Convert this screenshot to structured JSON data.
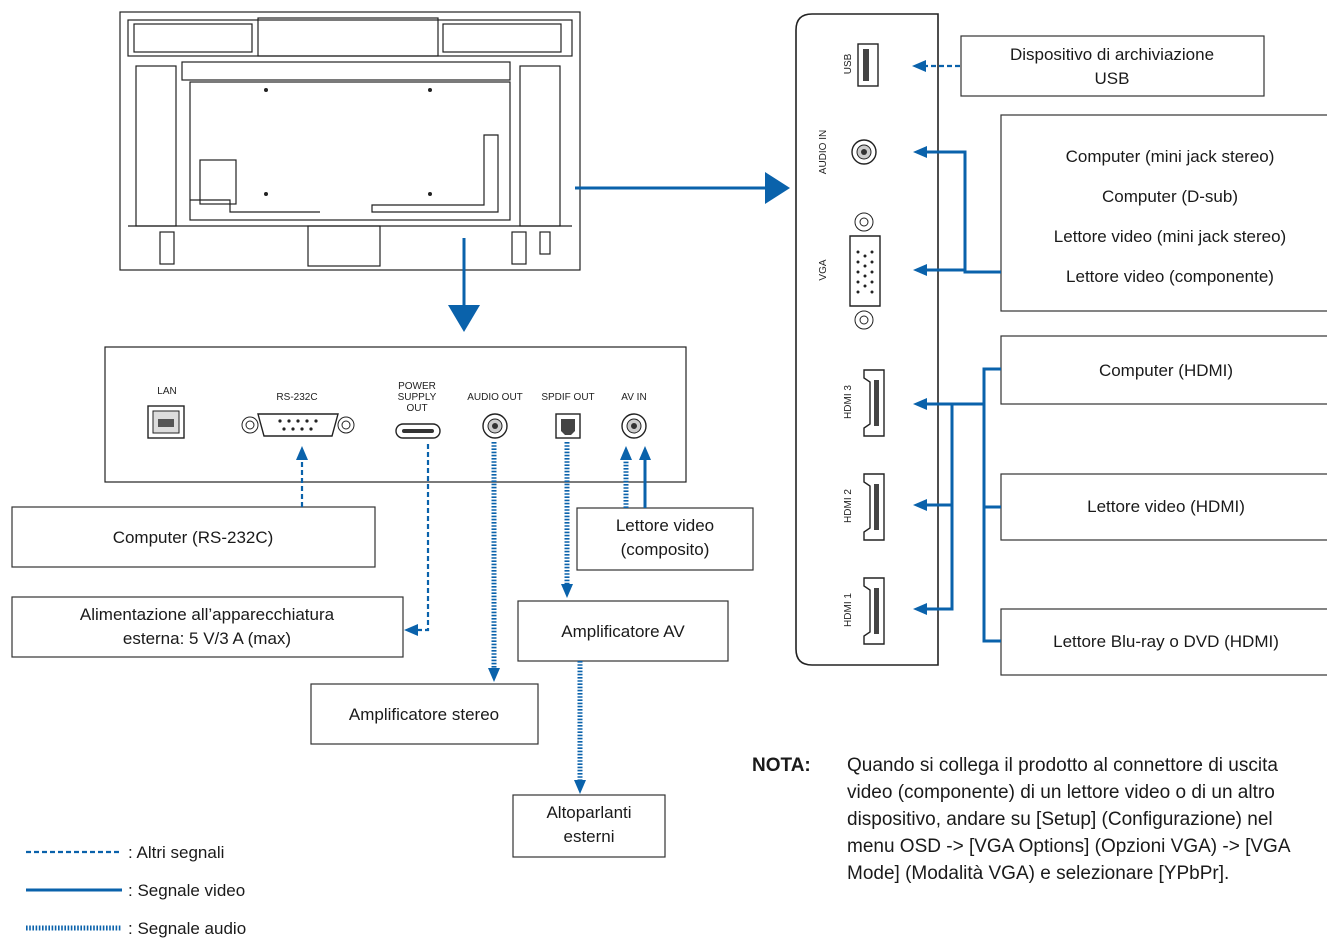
{
  "rear_panel": {
    "ports": {
      "lan": "LAN",
      "rs232c": "RS-232C",
      "power_supply_out": [
        "POWER",
        "SUPPLY",
        "OUT"
      ],
      "audio_out": "AUDIO OUT",
      "spdif_out": "SPDIF OUT",
      "av_in": "AV IN"
    }
  },
  "side_panel": {
    "ports": {
      "usb": "USB",
      "audio_in": "AUDIO IN",
      "vga": "VGA",
      "hdmi3": "HDMI 3",
      "hdmi2": "HDMI 2",
      "hdmi1": "HDMI 1"
    }
  },
  "devices": {
    "usb_storage": [
      "Dispositivo di archiviazione",
      "USB"
    ],
    "computer_group": [
      "Computer (mini jack stereo)",
      "Computer (D-sub)",
      "Lettore video (mini jack stereo)",
      "Lettore video (componente)"
    ],
    "computer_hdmi": "Computer (HDMI)",
    "video_player_hdmi": "Lettore video (HDMI)",
    "bluray_dvd_hdmi": "Lettore Blu-ray o DVD (HDMI)",
    "computer_rs232c": "Computer (RS-232C)",
    "power_external": [
      "Alimentazione all’apparecchiatura",
      "esterna: 5 V/3 A (max)"
    ],
    "video_player_composite": [
      "Lettore video",
      "(composito)"
    ],
    "amplifier_av": "Amplificatore AV",
    "amplifier_stereo": "Amplificatore stereo",
    "external_speakers": [
      "Altoparlanti",
      "esterni"
    ]
  },
  "legend": {
    "other_signals": ": Altri segnali",
    "video_signal": ": Segnale video",
    "audio_signal": ": Segnale audio"
  },
  "note": {
    "title": "NOTA:",
    "body": "Quando si collega il prodotto al connettore di uscita video (componente) di un lettore video o di un altro dispositivo, andare su [Setup] (Configurazione) nel menu OSD -> [VGA Options] (Opzioni VGA) -> [VGA Mode] (Modalità VGA) e selezionare [YPbPr]."
  },
  "colors": {
    "signal_blue": "#0a62ab"
  }
}
